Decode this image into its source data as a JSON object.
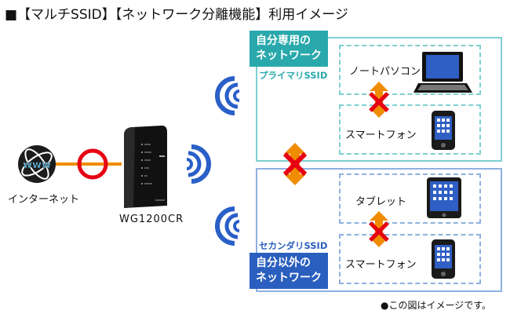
{
  "title": "■【マルチSSID】【ネットワーク分離機能】利用イメージ",
  "internet": {
    "label": "インターネット",
    "globe_text": "www"
  },
  "router": {
    "model": "WG1200CR"
  },
  "primary": {
    "tag_line1": "自分専用の",
    "tag_line2": "ネットワーク",
    "ssid_label": "プライマリSSID",
    "devices": [
      {
        "label": "ノートパソコン",
        "icon": "laptop-icon"
      },
      {
        "label": "スマートフォン",
        "icon": "smartphone-icon"
      }
    ]
  },
  "secondary": {
    "tag_line1": "自分以外の",
    "tag_line2": "ネットワーク",
    "ssid_label": "セカンダリSSID",
    "devices": [
      {
        "label": "タブレット",
        "icon": "tablet-icon"
      },
      {
        "label": "スマートフォン",
        "icon": "smartphone-icon"
      }
    ]
  },
  "note": "●この図はイメージです。",
  "colors": {
    "primary_teal": "#2aa9ac",
    "primary_border": "#7dcfd2",
    "secondary_blue": "#2a5fbf",
    "secondary_border": "#8fb0e0",
    "wifi_blue": "#2a5fc8",
    "arrow_orange": "#f08c00",
    "cross_red": "#e60012",
    "screen_blue": "#2f5fc4"
  }
}
